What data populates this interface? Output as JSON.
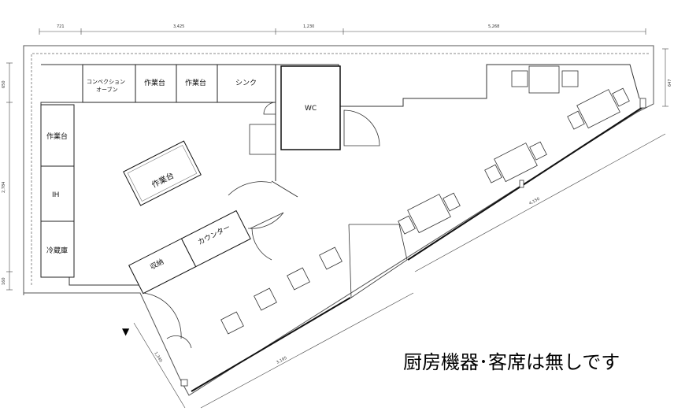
{
  "dimensions": {
    "top": [
      "721",
      "3,425",
      "1,230",
      "5,268"
    ],
    "left": [
      "650",
      "2,784",
      "160"
    ],
    "right": "647",
    "diagonal_long": "4,150",
    "diagonal_lower": "3,195",
    "diagonal_left": "1,340"
  },
  "rooms": {
    "convection_oven": [
      "コンベクション",
      "オーブン"
    ],
    "worktable_1": "作業台",
    "worktable_2": "作業台",
    "sink": "シンク",
    "wc": "WC",
    "worktable_left": "作業台",
    "ih": "IH",
    "fridge": "冷蔵庫",
    "worktable_center": "作業台",
    "storage": "収納",
    "counter": "カウンター"
  },
  "entrance_marker": "▼",
  "note": "厨房機器･客席は無しです"
}
